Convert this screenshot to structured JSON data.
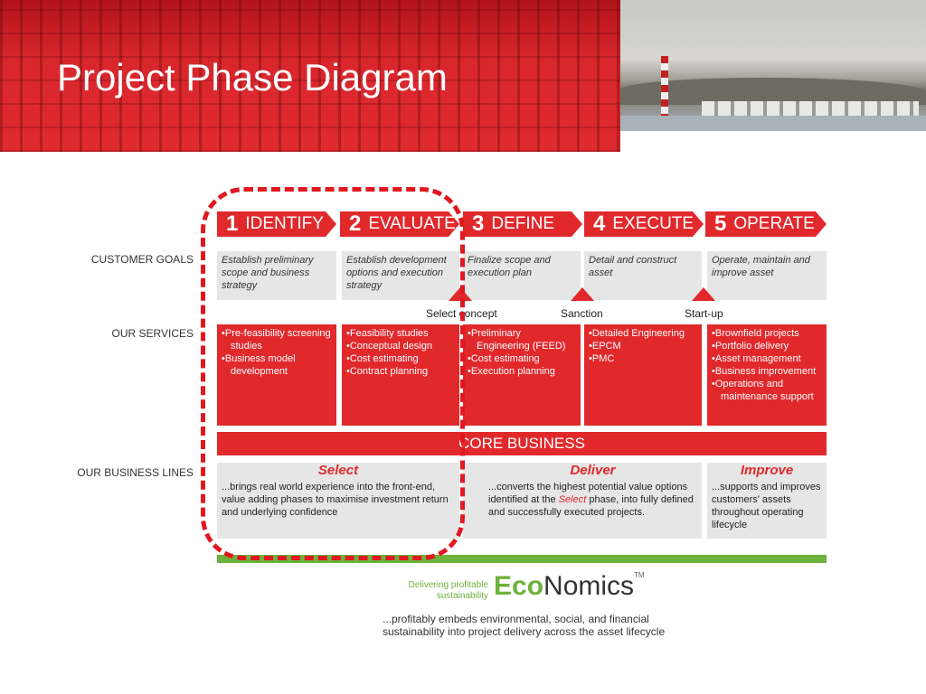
{
  "slide": {
    "title": "Project Phase Diagram"
  },
  "phases": [
    {
      "number": "1",
      "label": "IDENTIFY"
    },
    {
      "number": "2",
      "label": "EVALUATE"
    },
    {
      "number": "3",
      "label": "DEFINE"
    },
    {
      "number": "4",
      "label": "EXECUTE"
    },
    {
      "number": "5",
      "label": "OPERATE"
    }
  ],
  "rows": {
    "customer_goals": "CUSTOMER GOALS",
    "our_services": "OUR SERVICES",
    "business_lines": "OUR BUSINESS LINES"
  },
  "goals": [
    "Establish preliminary scope and business strategy",
    "Establish development options and execution strategy",
    "Finalize scope and execution plan",
    "Detail and construct asset",
    "Operate, maintain and improve asset"
  ],
  "milestones": [
    "Select concept",
    "Sanction",
    "Start-up"
  ],
  "services": [
    [
      "Pre-feasibility screening studies",
      "Business model development"
    ],
    [
      "Feasibility studies",
      "Conceptual design",
      "Cost estimating",
      "Contract planning"
    ],
    [
      "Preliminary Engineering (FEED)",
      "Cost estimating",
      "Execution planning"
    ],
    [
      "Detailed Engineering",
      "EPCM",
      "PMC"
    ],
    [
      "Brownfield projects",
      "Portfolio delivery",
      "Asset management",
      "Business improvement",
      "Operations and maintenance support"
    ]
  ],
  "core_business": "CORE BUSINESS",
  "business_lines": {
    "select": {
      "title": "Select",
      "text": "...brings real world experience into the front-end, value adding phases to maximise investment return and underlying confidence"
    },
    "deliver": {
      "title": "Deliver",
      "text_a": "...converts the highest potential value options identified at the",
      "text_em": "Select",
      "text_b": "phase, into fully defined and successfully executed projects."
    },
    "improve": {
      "title": "Improve",
      "text": "...supports and improves customers' assets throughout operating lifecycle"
    }
  },
  "econonomics": {
    "tagline": "Delivering profitable sustainability",
    "logo_eco": "Eco",
    "logo_nomics": "Nomics",
    "trademark": "TM",
    "description": "...profitably embeds environmental, social, and financial sustainability into project delivery across the asset lifecycle"
  },
  "colors": {
    "accent_red": "#e1292c",
    "green": "#6db23c",
    "grey": "#e6e6e6"
  }
}
